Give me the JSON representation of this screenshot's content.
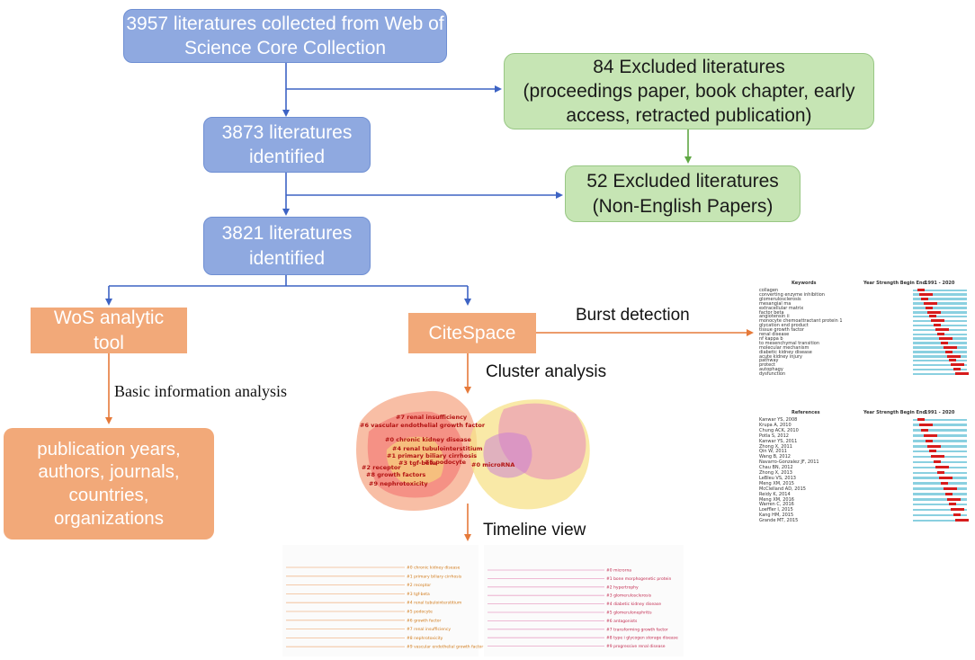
{
  "boxes": {
    "collected": "3957 literatures collected from Web of Science Core Collection",
    "identified1": "3873 literatures identified",
    "identified2": "3821 literatures identified",
    "excluded1_line1": "84 Excluded literatures",
    "excluded1_line2": "(proceedings paper, book chapter, early access, retracted publication)",
    "excluded2_line1": "52 Excluded literatures",
    "excluded2_line2": "(Non-English Papers)",
    "wos": "WoS analytic tool",
    "citespace": "CiteSpace",
    "outputs": "publication years, authors, journals, countries, organizations"
  },
  "labels": {
    "burst": "Burst detection",
    "cluster": "Cluster analysis",
    "basic": "Basic information analysis",
    "timeline": "Timeline view"
  },
  "burst_keywords": {
    "header": [
      "Keywords",
      "Year Strength Begin End",
      "1991 - 2020"
    ],
    "rows": [
      "collagen",
      "converting enzyme inhibition",
      "glomerulosclerosis",
      "mesangial ma",
      "extracellular matrix",
      "factor beta",
      "angiotensin ii",
      "monocyte chemoattractant protein 1",
      "glycation end product",
      "tissue growth factor",
      "renal disease",
      "nf kappa b",
      "to mesenchymal transition",
      "molecular mechanism",
      "diabetic kidney disease",
      "acute kidney injury",
      "pathway",
      "protect",
      "autophagy",
      "dysfunction"
    ]
  },
  "burst_references": {
    "header": [
      "References",
      "Year Strength Begin End",
      "1991 - 2020"
    ],
    "rows": [
      "Kanwar YS, 2008",
      "Krupa A, 2010",
      "Chung ACK, 2010",
      "Potla S, 2012",
      "Kanwar YS, 2011",
      "Zhong X, 2011",
      "Qin W, 2011",
      "Wang B, 2012",
      "Navarro-Gonzalez JF, 2011",
      "Chau BN, 2012",
      "Zhong X, 2013",
      "LeBleu VS, 2013",
      "Meng XM, 2015",
      "McClelland AD, 2015",
      "Reidy K, 2014",
      "Meng XM, 2016",
      "Warren C, 2016",
      "Loeffler I, 2015",
      "Kang HM, 2015",
      "Grande MT, 2015"
    ]
  },
  "cluster_labels": [
    "#7 renal insufficiency",
    "#6 vascular endothelial growth factor",
    "#0 chronic kidney disease",
    "#4 renal tubulointerstitium",
    "#1 primary biliary cirrhosis",
    "#3 tgf-beta",
    "#5 podocyte",
    "#2 receptor",
    "#8 growth factors",
    "#9 nephrotoxicity",
    "#0 microRNA"
  ],
  "timeline_left": [
    "#0 chronic kidney disease",
    "#1 primary biliary cirrhosis",
    "#2 receptor",
    "#3 tgf-beta",
    "#4 renal tubulointerstitium",
    "#5 podocyte",
    "#6 growth factor",
    "#7 renal insufficiency",
    "#8 nephrotoxicity",
    "#9 vascular endothelial growth factor"
  ],
  "timeline_right": [
    "#0 microrna",
    "#1 bone morphogenetic protein",
    "#2 hypertrophy",
    "#3 glomerulosclerosis",
    "#4 diabetic kidney disease",
    "#5 glomerulonephritis",
    "#6 antagonists",
    "#7 transforming growth factor",
    "#8 type i glycogen storage disease",
    "#9 progressive renal disease"
  ]
}
